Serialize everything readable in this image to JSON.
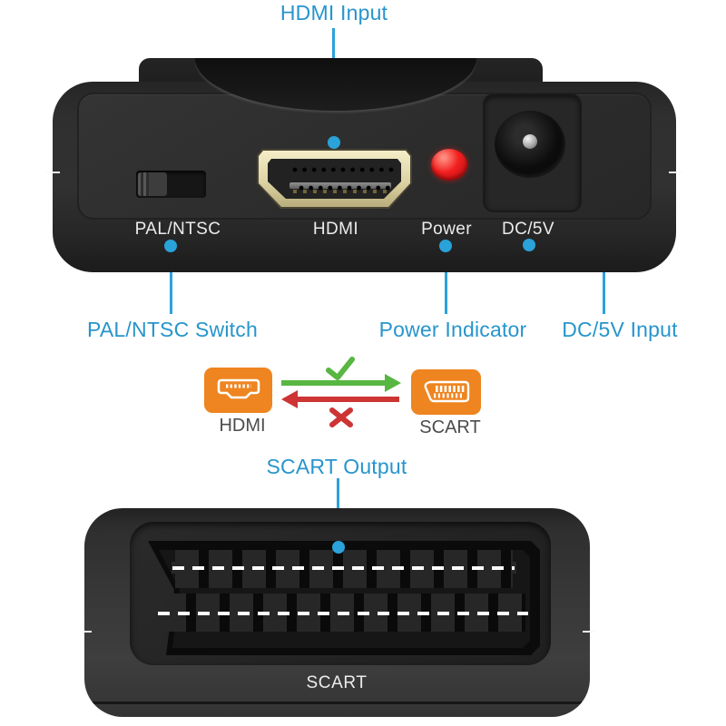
{
  "colors": {
    "annotation_blue": "#2795cc",
    "line_blue": "#2aa2da",
    "accent_orange": "#ee8520",
    "arrow_green": "#58b643",
    "arrow_red": "#cd3434",
    "led_red": "#b90f12",
    "diagram_label_gray": "#4c4c4c"
  },
  "annotations": {
    "hdmi_input": "HDMI Input",
    "pal_ntsc_switch": "PAL/NTSC Switch",
    "power_indicator": "Power Indicator",
    "dc5v_input": "DC/5V Input",
    "scart_output": "SCART Output"
  },
  "top_device": {
    "pal_ntsc": "PAL/NTSC",
    "hdmi": "HDMI",
    "power": "Power",
    "dc5v": "DC/5V"
  },
  "diagram": {
    "hdmi_label": "HDMI",
    "scart_label": "SCART"
  },
  "bottom_device": {
    "scart_label": "SCART"
  }
}
